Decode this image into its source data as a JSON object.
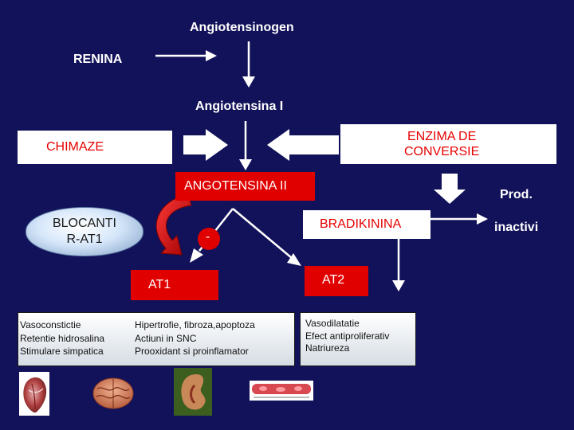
{
  "nodes": {
    "angiotensinogen": "Angiotensinogen",
    "renina": "RENINA",
    "angiotensina_i": "Angiotensina I",
    "chimaze": "CHIMAZE",
    "enzima_line1": "ENZIMA DE",
    "enzima_line2": "CONVERSIE",
    "angotensina_ii": "ANGOTENSINA II",
    "blocanti_line1": "BLOCANTI",
    "blocanti_line2": "R-AT1",
    "minus": "-",
    "bradikinina": "BRADIKININA",
    "prod": "Prod.",
    "inactivi": "inactivi",
    "at1": "AT1",
    "at2": "AT2"
  },
  "at1_effects": {
    "col1": [
      "Vasoconstictie",
      "Retentie hidrosalina",
      "Stimulare simpatica"
    ],
    "col2": [
      "Hipertrofie,  fibroza,apoptoza",
      "Actiuni in SNC",
      "Prooxidant si proinflamator"
    ]
  },
  "at2_effects": [
    "Vasodilatatie",
    "Efect antiproliferativ",
    "Natriureza"
  ],
  "colors": {
    "background": "#12125a",
    "red_text": "#e60000",
    "red_box": "#e00000",
    "blocanti_fill": "#d6e7fa"
  },
  "icons": [
    "heart-image",
    "brain-image",
    "kidney-image",
    "vessel-image"
  ]
}
